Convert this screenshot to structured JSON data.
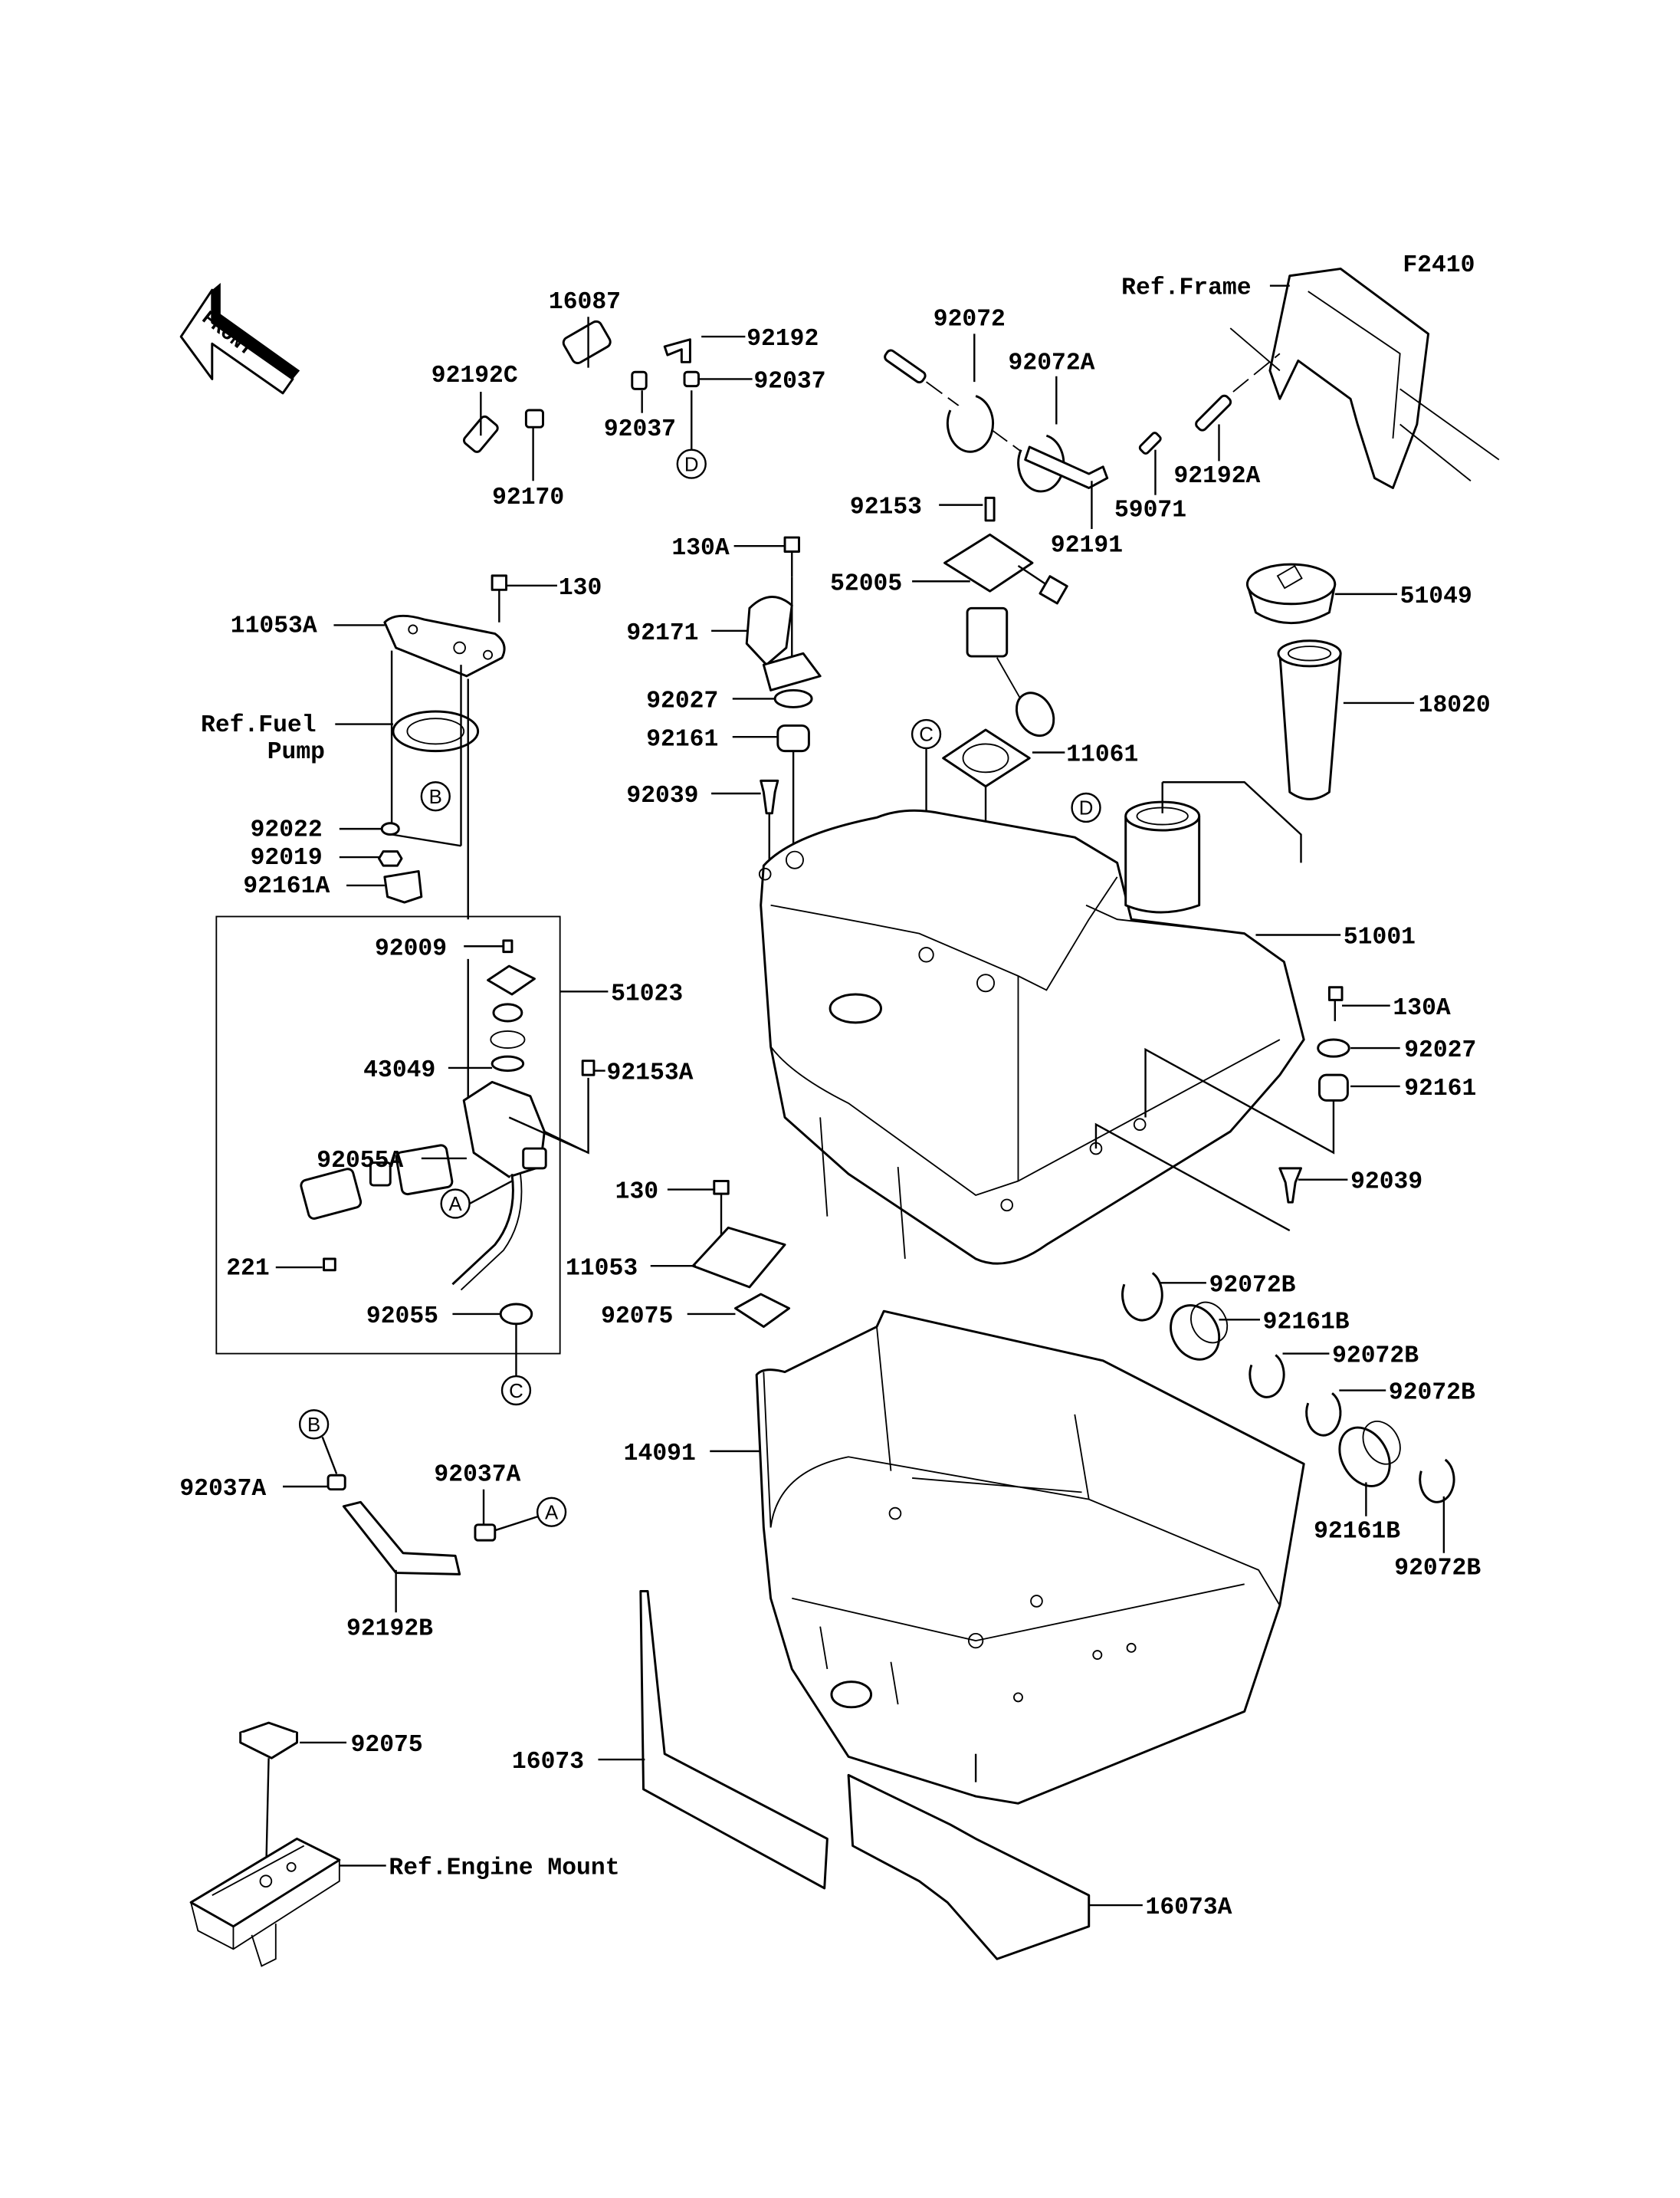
{
  "diagram_id": "F2410",
  "front_arrow": "FRONT",
  "labels": [
    "16087",
    "92192",
    "92192C",
    "92037",
    "92037",
    "92170",
    "92072",
    "92072A",
    "92153",
    "92191",
    "59071",
    "92192A",
    "130A",
    "130",
    "11053A",
    "52005",
    "51049",
    "92171",
    "92027",
    "18020",
    "92161",
    "11061",
    "92039",
    "92022",
    "92019",
    "92161A",
    "51001",
    "92009",
    "51023",
    "130A",
    "92027",
    "43049",
    "92153A",
    "92161",
    "92055A",
    "92039",
    "130",
    "11053",
    "221",
    "92072B",
    "92075",
    "92161B",
    "92055",
    "92072B",
    "92072B",
    "92037A",
    "14091",
    "92037A",
    "92161B",
    "92072B",
    "92192B",
    "92075",
    "16073",
    "16073A"
  ],
  "references": {
    "frame": "Ref.Frame",
    "fuel_pump_line1": "Ref.Fuel",
    "fuel_pump_line2": "Pump",
    "engine_mount": "Ref.Engine Mount"
  },
  "connectors": [
    "A",
    "B",
    "C",
    "D"
  ]
}
